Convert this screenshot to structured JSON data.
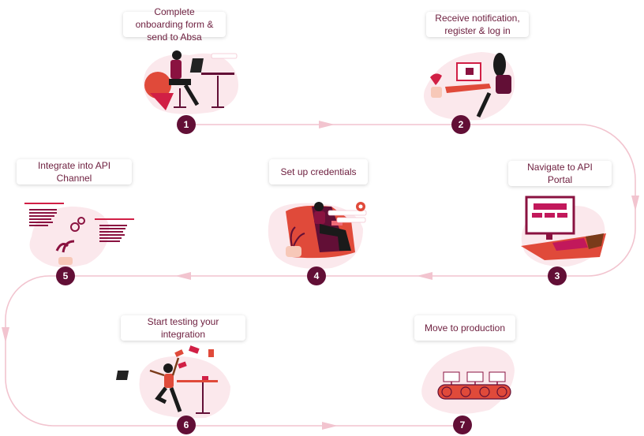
{
  "title": "API onboarding journey",
  "colors": {
    "step_circle": "#620f36",
    "label_text": "#6d1e3e",
    "path": "#f2c4cf",
    "blob": "#fbe8ec",
    "accent_red": "#e04a3a",
    "accent_crimson": "#d11f45"
  },
  "steps": [
    {
      "number": "1",
      "label": "Complete onboarding form & send to Absa",
      "illustration": "woman-at-desk-laptop"
    },
    {
      "number": "2",
      "label": "Receive notification, register & log in",
      "illustration": "woman-at-computer"
    },
    {
      "number": "3",
      "label": "Navigate to API Portal",
      "illustration": "desktop-monitor-portal"
    },
    {
      "number": "4",
      "label": "Set up credentials",
      "illustration": "woman-in-armchair-credentials"
    },
    {
      "number": "5",
      "label": "Integrate into API Channel",
      "illustration": "code-windows-gears"
    },
    {
      "number": "6",
      "label": "Start testing your integration",
      "illustration": "woman-jumping-celebrating"
    },
    {
      "number": "7",
      "label": "Move to production",
      "illustration": "conveyor-belt-code"
    }
  ]
}
